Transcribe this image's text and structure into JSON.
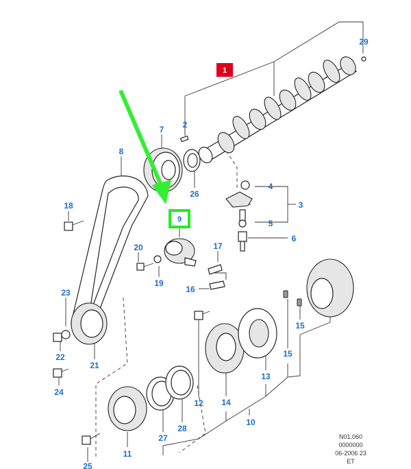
{
  "callouts": [
    {
      "id": "c1",
      "label": "1",
      "style": "red-box"
    },
    {
      "id": "c2",
      "label": "2"
    },
    {
      "id": "c3",
      "label": "3"
    },
    {
      "id": "c4",
      "label": "4"
    },
    {
      "id": "c5",
      "label": "5"
    },
    {
      "id": "c6",
      "label": "6"
    },
    {
      "id": "c7",
      "label": "7"
    },
    {
      "id": "c8",
      "label": "8"
    },
    {
      "id": "c9",
      "label": "9",
      "style": "green-box"
    },
    {
      "id": "c10",
      "label": "10"
    },
    {
      "id": "c11",
      "label": "11"
    },
    {
      "id": "c12",
      "label": "12"
    },
    {
      "id": "c13",
      "label": "13"
    },
    {
      "id": "c14",
      "label": "14"
    },
    {
      "id": "c15a",
      "label": "15"
    },
    {
      "id": "c15b",
      "label": "15"
    },
    {
      "id": "c16",
      "label": "16"
    },
    {
      "id": "c17",
      "label": "17"
    },
    {
      "id": "c18",
      "label": "18"
    },
    {
      "id": "c19",
      "label": "19"
    },
    {
      "id": "c20",
      "label": "20"
    },
    {
      "id": "c21",
      "label": "21"
    },
    {
      "id": "c22",
      "label": "22"
    },
    {
      "id": "c23",
      "label": "23"
    },
    {
      "id": "c24",
      "label": "24"
    },
    {
      "id": "c25",
      "label": "25"
    },
    {
      "id": "c26",
      "label": "26"
    },
    {
      "id": "c27",
      "label": "27"
    },
    {
      "id": "c28",
      "label": "28"
    },
    {
      "id": "c29",
      "label": "29"
    }
  ],
  "reference": {
    "line1": "N01.060",
    "line2": "0000000",
    "line3": "06-2006 23",
    "line4": "ET"
  },
  "colors": {
    "callout_text": "#1a6fd0",
    "highlight_red": "#e0001b",
    "highlight_green": "#22ee22",
    "arrow": "#33ee33"
  }
}
